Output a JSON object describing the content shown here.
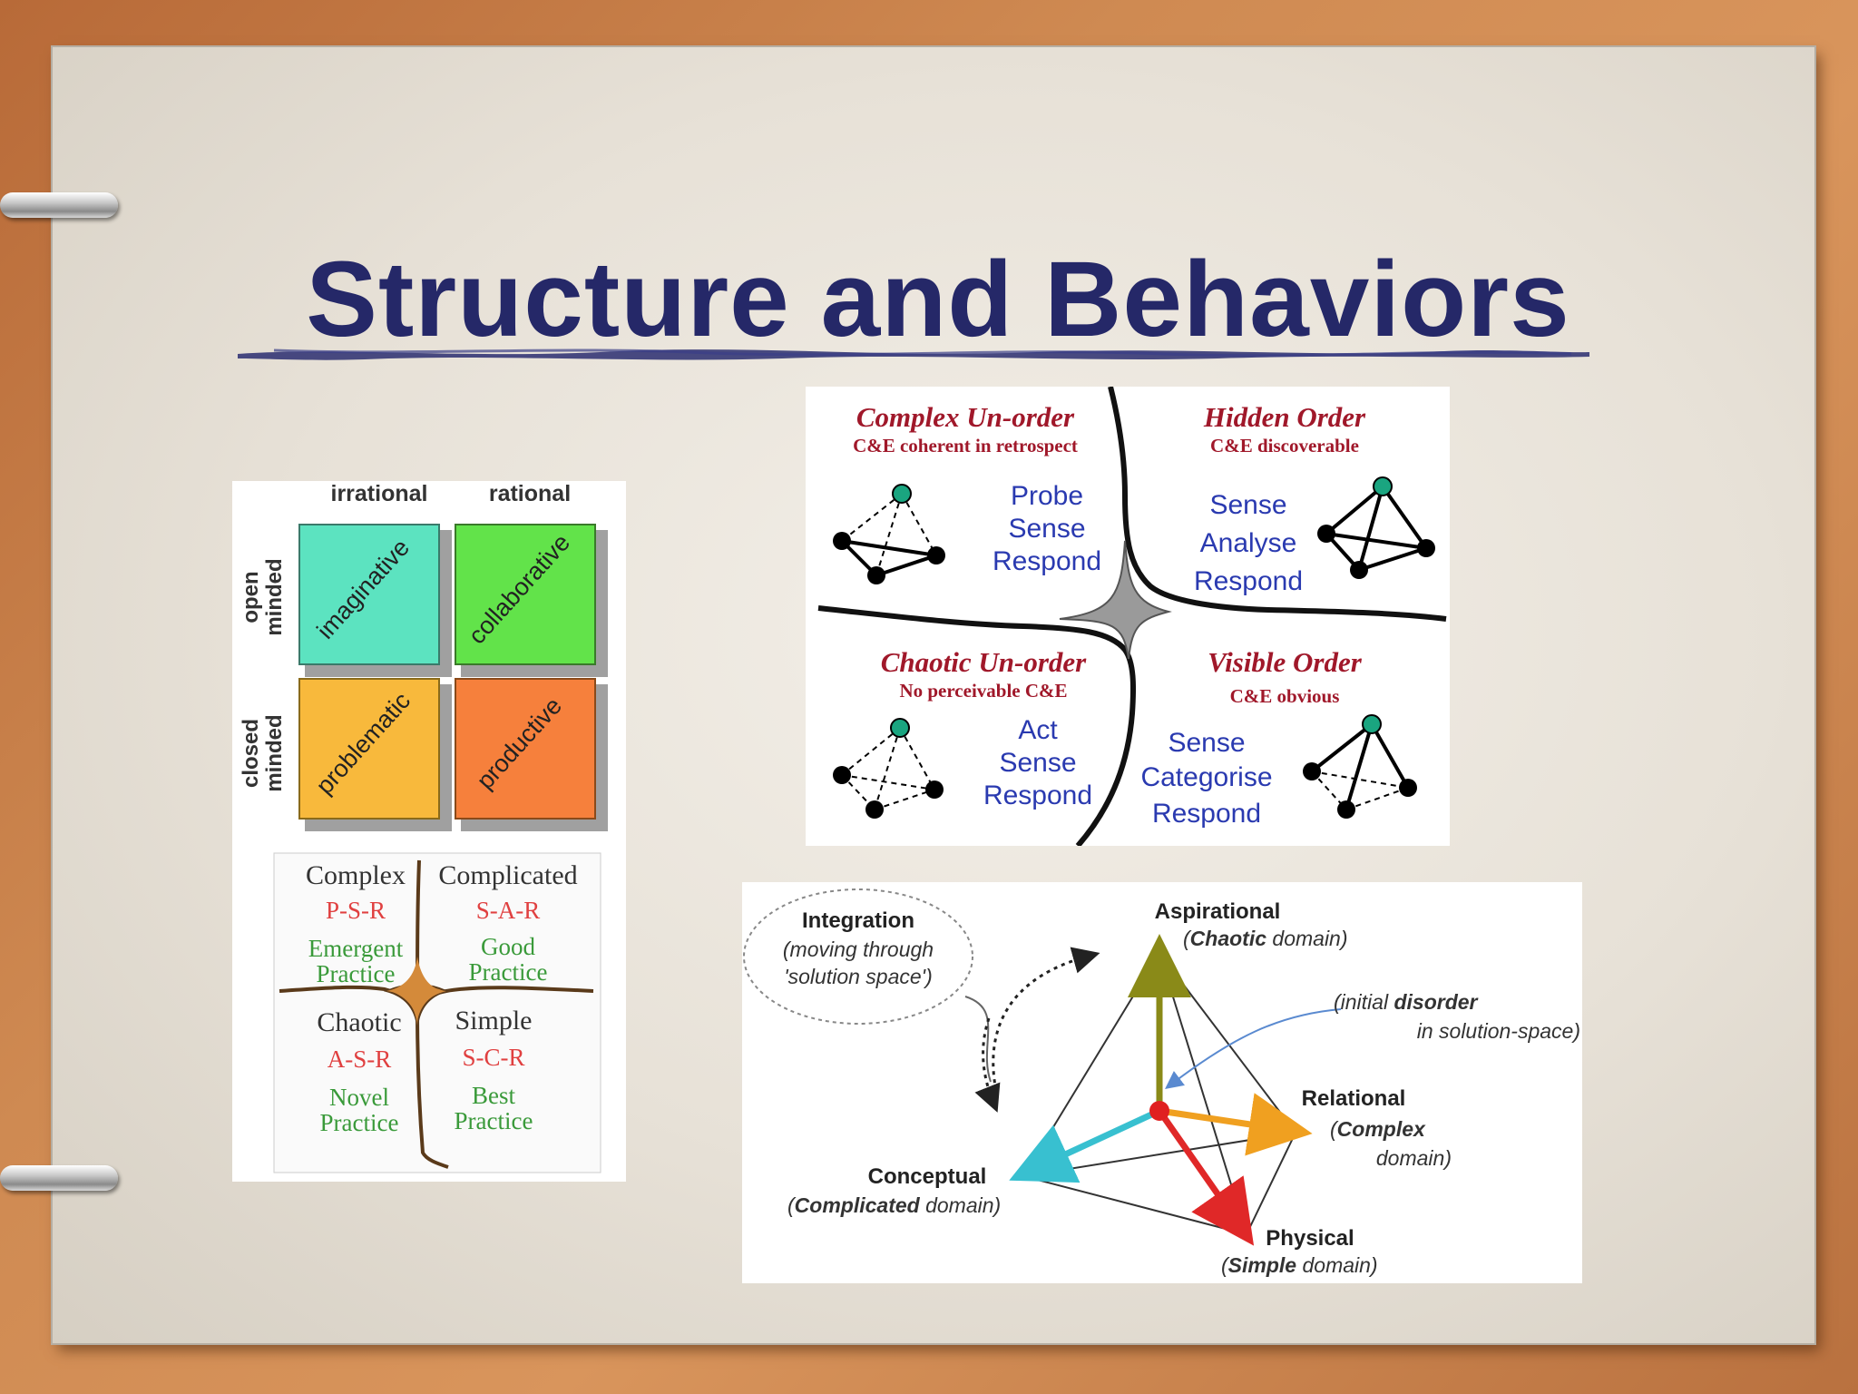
{
  "slide": {
    "title": "Structure and Behaviors"
  },
  "matrix": {
    "col_labels": [
      "irrational",
      "rational"
    ],
    "row_labels": [
      "open minded",
      "closed minded"
    ],
    "cells": [
      {
        "label": "imaginative",
        "color": "#5ce3c0"
      },
      {
        "label": "collaborative",
        "color": "#62e34a"
      },
      {
        "label": "problematic",
        "color": "#f8b93c"
      },
      {
        "label": "productive",
        "color": "#f6803c"
      }
    ]
  },
  "mini_cynefin": {
    "quadrants": [
      {
        "name": "Complex",
        "steps": "P-S-R",
        "practice": [
          "Emergent",
          "Practice"
        ]
      },
      {
        "name": "Complicated",
        "steps": "S-A-R",
        "practice": [
          "Good",
          "Practice"
        ]
      },
      {
        "name": "Chaotic",
        "steps": "A-S-R",
        "practice": [
          "Novel",
          "Practice"
        ]
      },
      {
        "name": "Simple",
        "steps": "S-C-R",
        "practice": [
          "Best",
          "Practice"
        ]
      }
    ]
  },
  "cynefin": {
    "quadrants": [
      {
        "title": "Complex Un-order",
        "subtitle": "C&E coherent in retrospect",
        "actions": [
          "Probe",
          "Sense",
          "Respond"
        ]
      },
      {
        "title": "Hidden Order",
        "subtitle": "C&E discoverable",
        "actions": [
          "Sense",
          "Analyse",
          "Respond"
        ]
      },
      {
        "title": "Chaotic Un-order",
        "subtitle": "No perceivable C&E",
        "actions": [
          "Act",
          "Sense",
          "Respond"
        ]
      },
      {
        "title": "Visible Order",
        "subtitle": "C&E obvious",
        "actions": [
          "Sense",
          "Categorise",
          "Respond"
        ]
      }
    ]
  },
  "tetrahedron": {
    "integration": {
      "title": "Integration",
      "lines": [
        "(moving through",
        "'solution space')"
      ]
    },
    "aspirational": {
      "title": "Aspirational",
      "open": "(",
      "bold": "Chaotic",
      "rest": " domain)"
    },
    "disorder": {
      "line1_pre": "(initial ",
      "line1_bold": "disorder",
      "line2": "in solution-space)"
    },
    "relational": {
      "title": "Relational",
      "open": "(",
      "bold": "Complex",
      "line3": "domain)"
    },
    "conceptual": {
      "title": "Conceptual",
      "open": "(",
      "bold": "Complicated",
      "rest": " domain)"
    },
    "physical": {
      "title": "Physical",
      "open": "(",
      "bold": "Simple",
      "rest": " domain)"
    },
    "colors": {
      "aspirational": "#8a8a18",
      "relational": "#f0a020",
      "conceptual": "#38c0d0",
      "physical": "#e02828",
      "center": "#e02020"
    }
  }
}
